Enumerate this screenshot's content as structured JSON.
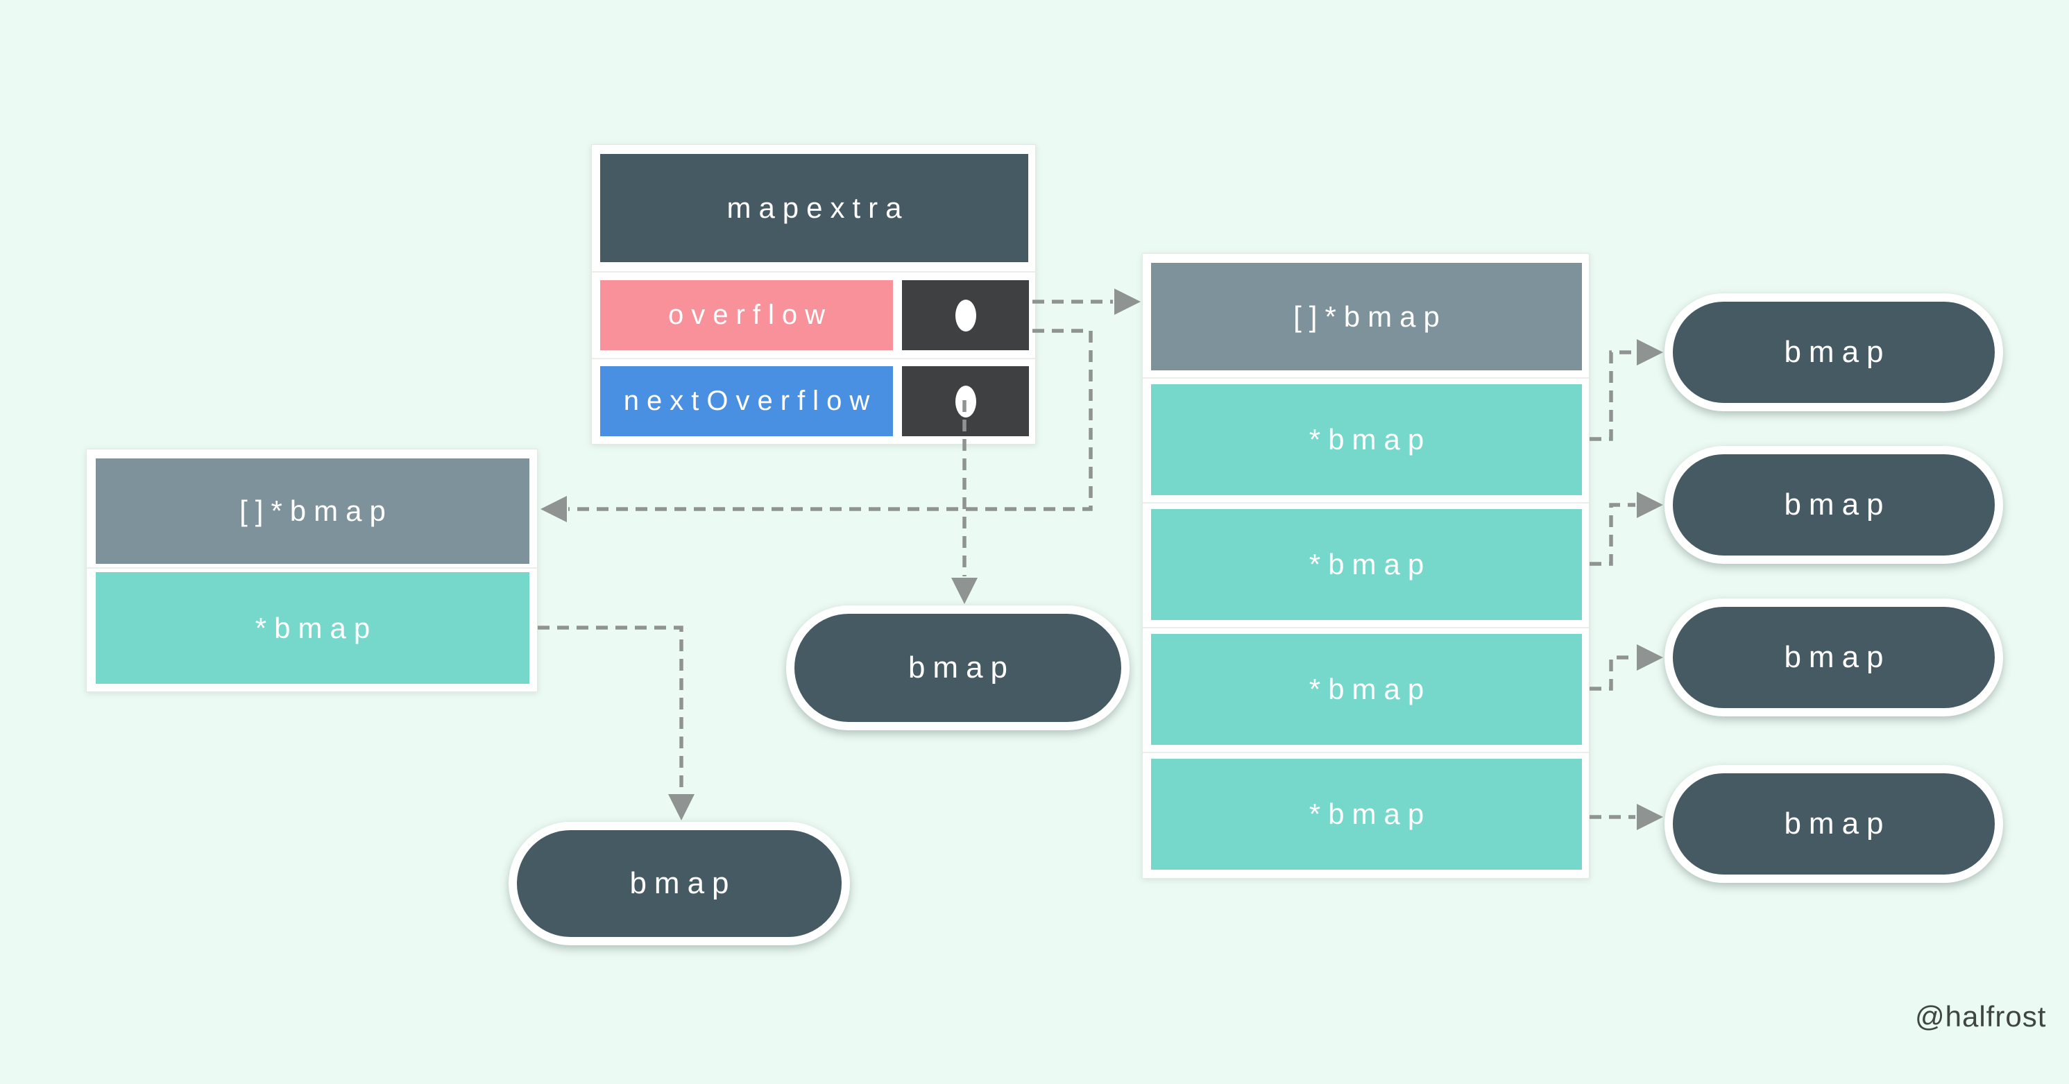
{
  "diagram": {
    "credit": "@halfrost",
    "mapextra_struct": {
      "title": "mapextra",
      "fields": [
        {
          "label": "overflow"
        },
        {
          "label": "nextOverflow"
        }
      ]
    },
    "left_bucket_array": {
      "header": "[]*bmap",
      "slots": [
        "*bmap"
      ]
    },
    "right_bucket_array": {
      "header": "[]*bmap",
      "slots": [
        "*bmap",
        "*bmap",
        "*bmap",
        "*bmap"
      ]
    },
    "center_bucket": {
      "label": "bmap"
    },
    "bottom_left_bucket": {
      "label": "bmap"
    },
    "right_buckets": [
      {
        "label": "bmap"
      },
      {
        "label": "bmap"
      },
      {
        "label": "bmap"
      },
      {
        "label": "bmap"
      }
    ],
    "colors": {
      "background": "#ebfaf2",
      "slate_box": "#465a64",
      "gray_header": "#7e929b",
      "teal_slot": "#76d8cb",
      "pink_field": "#f8919a",
      "blue_field": "#4a90e2",
      "pointer_cell": "#3f4041",
      "arrow": "#8f9392"
    }
  }
}
